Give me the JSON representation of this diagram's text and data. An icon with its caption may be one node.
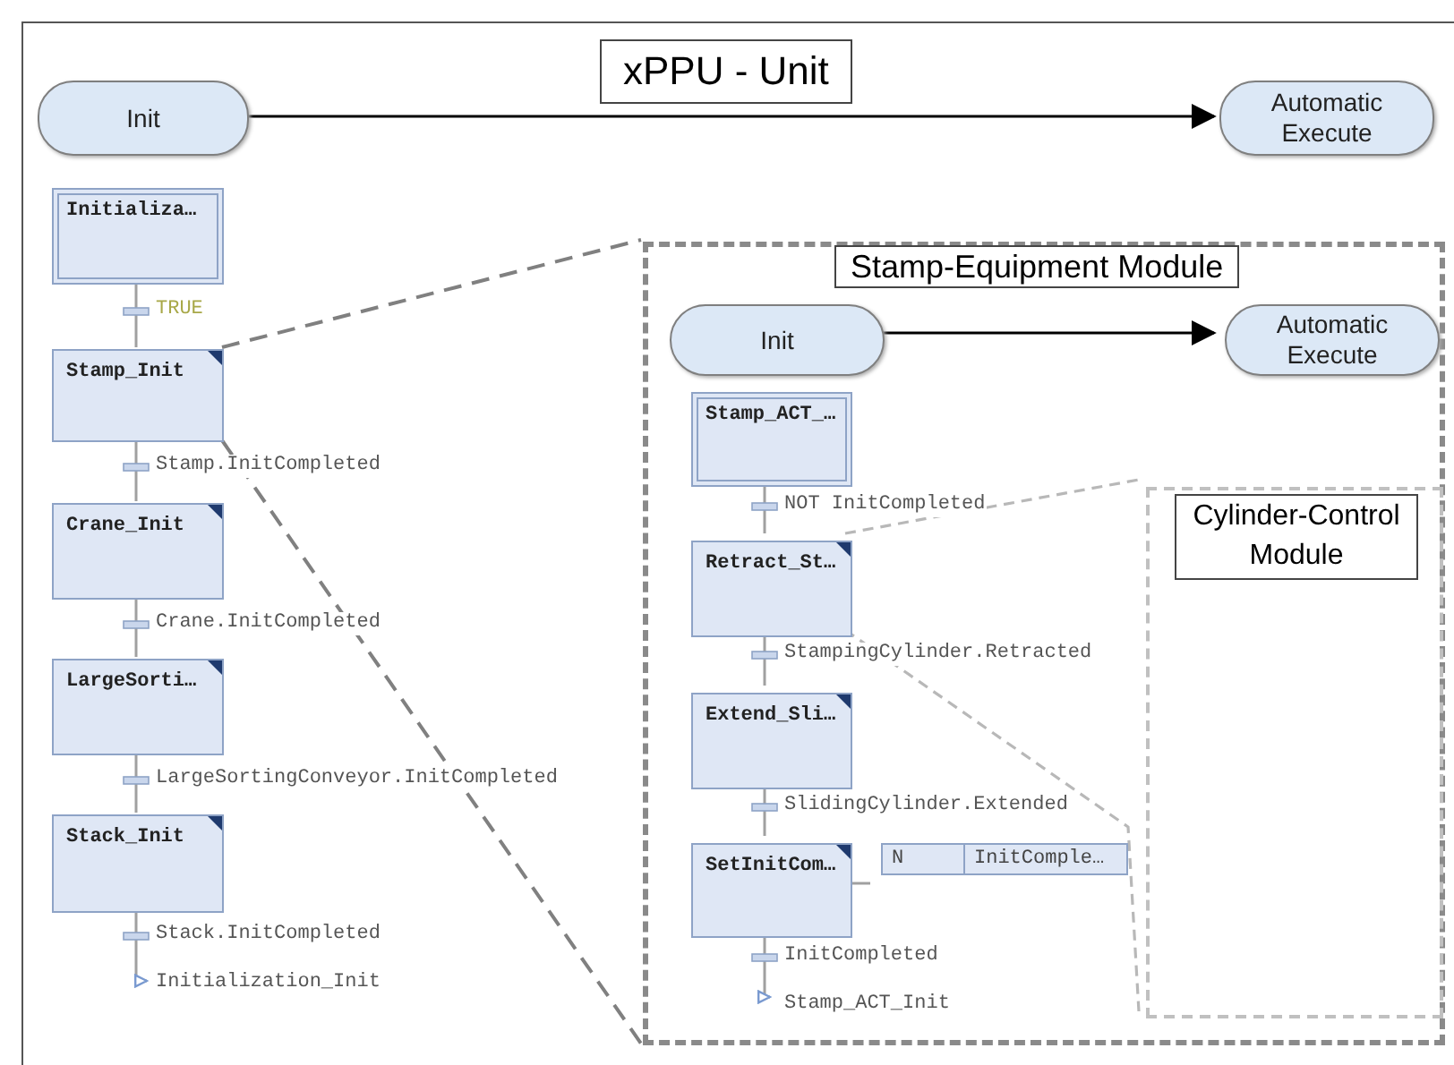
{
  "diagram": {
    "nodes": [
      {
        "text": [
          "xPPU - Unit"
        ]
      },
      {
        "text": [
          "Init"
        ],
        "in": 0
      },
      {
        "text": [
          "Automatic Execute"
        ],
        "in": 0
      },
      {
        "text": [
          "Initializa…"
        ],
        "in": 0
      },
      {
        "text": [
          "Stamp_Init"
        ],
        "in": 0
      },
      {
        "text": [
          "Crane_Init"
        ],
        "in": 0
      },
      {
        "text": [
          "LargeSorti…"
        ],
        "in": 0
      },
      {
        "text": [
          "Stack_Init"
        ],
        "in": 0
      },
      {
        "text": [
          "Initialization_Init"
        ],
        "in": 0
      },
      {
        "text": [
          "Stamp-Equipment Module"
        ],
        "in": 0
      },
      {
        "text": [
          "Init"
        ],
        "in": 9
      },
      {
        "text": [
          "Automatic Execute"
        ],
        "in": 9
      },
      {
        "text": [
          "Stamp_ACT_…"
        ],
        "in": 9
      },
      {
        "text": [
          "Retract_St…"
        ],
        "in": 9
      },
      {
        "text": [
          "Extend_Sli…"
        ],
        "in": 9
      },
      {
        "text": [
          "SetInitCom…"
        ],
        "in": 9
      },
      {
        "text": [
          "N",
          "InitComple…"
        ],
        "in": 9
      },
      {
        "text": [
          "Stamp_ACT_Init"
        ],
        "in": 9
      },
      {
        "text": [
          "Cylinder-Control Module"
        ],
        "in": 9
      }
    ],
    "edges": [
      {
        "from": 1,
        "to": 2,
        "arrow": "to",
        "color": "#000000"
      },
      {
        "from": 3,
        "to": 4,
        "arrow": "none",
        "label": "TRUE"
      },
      {
        "from": 4,
        "to": 5,
        "arrow": "none",
        "label": "Stamp.InitCompleted"
      },
      {
        "from": 5,
        "to": 6,
        "arrow": "none",
        "label": "Crane.InitCompleted"
      },
      {
        "from": 6,
        "to": 7,
        "arrow": "none",
        "label": "LargeSortingConveyor.InitCompleted"
      },
      {
        "from": 7,
        "to": 8,
        "arrow": "to",
        "label": "Stack.InitCompleted"
      },
      {
        "from": 4,
        "to": 9,
        "arrow": "none",
        "style": "dashed",
        "color": "#808080"
      },
      {
        "from": 4,
        "to": 9,
        "arrow": "none",
        "style": "dashed",
        "color": "#808080"
      },
      {
        "from": 10,
        "to": 11,
        "arrow": "to",
        "color": "#000000"
      },
      {
        "from": 12,
        "to": 13,
        "arrow": "none",
        "label": "NOT InitCompleted"
      },
      {
        "from": 13,
        "to": 14,
        "arrow": "none",
        "label": "StampingCylinder.Retracted"
      },
      {
        "from": 14,
        "to": 15,
        "arrow": "none",
        "label": "SlidingCylinder.Extended"
      },
      {
        "from": 15,
        "to": 17,
        "arrow": "to",
        "label": "InitCompleted"
      },
      {
        "from": 15,
        "to": 16,
        "arrow": "none"
      },
      {
        "from": 13,
        "to": 18,
        "arrow": "none",
        "style": "dashed",
        "color": "#b8b8b8"
      },
      {
        "from": 13,
        "to": 18,
        "arrow": "none",
        "style": "dashed",
        "color": "#b8b8b8"
      }
    ]
  }
}
